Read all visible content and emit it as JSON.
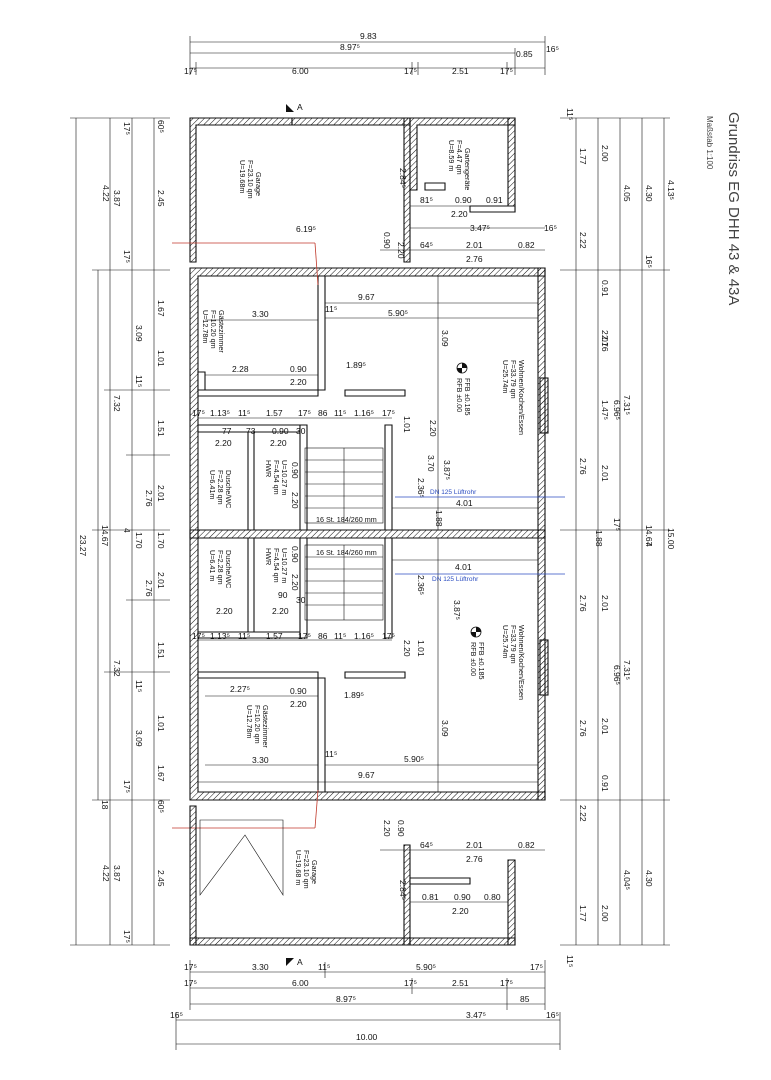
{
  "title_block": {
    "title": "Grundriss EG DHH 43 & 43A",
    "scale": "Maßstab 1:100"
  },
  "top_dims": {
    "total": "9.83",
    "overall": "8.97⁵",
    "right_small": "0.85",
    "right_far": "16⁵",
    "seg_a": "17⁵",
    "seg_b": "6.00",
    "seg_c": "17⁵",
    "seg_d": "2.51",
    "seg_e": "17⁵"
  },
  "bottom_dims": {
    "row1": [
      "17⁵",
      "3.30",
      "11⁵",
      "5.90⁵",
      "17⁵"
    ],
    "row2": [
      "17⁵",
      "6.00",
      "17⁵",
      "2.51",
      "17⁵"
    ],
    "row3": [
      "8.97⁵",
      "85"
    ],
    "row4": [
      "16⁵",
      "3.47⁵",
      "16⁵"
    ],
    "total": "10.00"
  },
  "left_dims": {
    "outer": "23.27",
    "mid": "14.67",
    "col3": [
      "4.22",
      "7.32",
      "7.32",
      "4.22"
    ],
    "col4": [
      "3.87",
      "3.09",
      "2.76",
      "2.76",
      "3.09",
      "3.87"
    ],
    "col5": [
      "2.45",
      "1.67",
      "1.01",
      "1.51",
      "2.01",
      "1.70",
      "2.01",
      "1.51",
      "1.01",
      "1.67",
      "2.45"
    ],
    "small": [
      "17⁵",
      "60⁵",
      "17⁵",
      "11⁵",
      "4",
      "11⁵",
      "17⁵",
      "60⁵",
      "17⁵",
      "18"
    ]
  },
  "right_dims": {
    "outer": "4.13⁵",
    "middle": "15.00",
    "col_a": [
      "4.30",
      "14.67",
      "4.30"
    ],
    "col_b": [
      "4.05",
      "7.31⁵",
      "7.31⁵",
      "4.04⁵"
    ],
    "col_c": [
      "2.76",
      "6.96⁵",
      "6.96⁵",
      "2.76"
    ],
    "col_d": [
      "2.01",
      "2.76",
      "2.01",
      "1.47⁵",
      "2.01",
      "2.76",
      "2.01"
    ],
    "small": [
      "11⁵",
      "1.77",
      "2.00",
      "2.22",
      "0.91",
      "17⁵",
      "16⁵",
      "0.91",
      "2.22",
      "1.77",
      "2.00",
      "11⁵"
    ]
  },
  "rooms": {
    "garage_top": {
      "name": "Garage",
      "area": "F=23.10 qm",
      "perimeter": "U=19.68m",
      "dim": "6.19⁵"
    },
    "garden_shed": {
      "name": "Gartengeräte",
      "area": "F=4.47 qm",
      "perimeter": "U=8.59 m",
      "dims": [
        "2.84⁵",
        "81⁵",
        "0.90",
        "0.91",
        "2.20",
        "3.47⁵",
        "16⁵"
      ]
    },
    "guest_top": {
      "name": "Gästezimmer",
      "area": "F=10.20 qm",
      "perimeter": "U=12.78m",
      "dims": [
        "3.30",
        "2.28",
        "0.90",
        "2.20"
      ]
    },
    "living_top": {
      "name": "Wohnen/Kochen/Essen",
      "area": "F=33.79 qm",
      "perimeter": "U=25.74m",
      "level": "FFB ±0.185",
      "level2": "RFB ±0.00",
      "dims": [
        "9.67",
        "11⁵",
        "5.90⁵",
        "3.09",
        "1.89⁵",
        "3.70",
        "3.87⁵",
        "2.36⁵",
        "4.01",
        "1.01",
        "2.20"
      ]
    },
    "hall_top": {
      "name": "HWR",
      "area": "F=4.54 qm",
      "perimeter": "U=10.27 m",
      "dims": [
        "0.90",
        "2.20"
      ]
    },
    "shower_top": {
      "name": "Dusche/WC",
      "area": "F=2.28 qm",
      "perimeter": "U=6.41m",
      "dims": [
        "2.20",
        "2.20",
        "77",
        "73",
        "0.90",
        "30"
      ]
    },
    "stairs_top": {
      "label": "16 St. 184/260 mm"
    },
    "stairs_bottom": {
      "label": "16 St. 184/260 mm"
    },
    "shower_bottom": {
      "name": "Dusche/WC",
      "area": "F=2.28 qm",
      "perimeter": "U=6.41 m",
      "dims": [
        "2.20",
        "2.20",
        "90",
        "30"
      ]
    },
    "hall_bottom": {
      "name": "HWR",
      "area": "F=4.54 qm",
      "perimeter": "U=10.27 m",
      "dims": [
        "0.90",
        "2.20"
      ]
    },
    "living_bottom": {
      "name": "Wohnen/Kochen/Essen",
      "area": "F=33.79 qm",
      "perimeter": "U=25.74m",
      "level": "FFB ±0.185",
      "level2": "RFB ±0.00",
      "dims": [
        "4.01",
        "2.36⁵",
        "3.87⁵",
        "1.01",
        "2.20",
        "1.89⁵",
        "3.09",
        "5.90⁵",
        "11⁵",
        "9.67"
      ]
    },
    "guest_bottom": {
      "name": "Gästezimmer",
      "area": "F=10.20 qm",
      "perimeter": "U=12.78m",
      "dims": [
        "2.27⁵",
        "0.90",
        "2.20",
        "3.30"
      ]
    },
    "garage_bottom": {
      "name": "Garage",
      "area": "F=23.10 qm",
      "perimeter": "U=19.68 m",
      "dims": [
        "2.20",
        "0.90",
        "64⁵",
        "2.01",
        "0.82",
        "2.76",
        "2.84⁵",
        "0.81",
        "0.90",
        "0.80",
        "2.20"
      ]
    }
  },
  "hall_row_top": [
    "17⁵",
    "1.13⁵",
    "11⁵",
    "1.57",
    "17⁵",
    "86",
    "11⁵",
    "1.16⁵",
    "17⁵"
  ],
  "hall_row_bottom": [
    "17⁵",
    "1.13⁵",
    "11⁵",
    "1.57",
    "17⁵",
    "86",
    "11⁵",
    "1.16⁵",
    "17⁵"
  ],
  "vent": {
    "top": "DN 125 Lüftrohr",
    "bottom": "DN 125 Lüftrohr"
  },
  "section_marks": {
    "top": "A",
    "bottom": "A"
  },
  "garden_top_dims": [
    "64⁵",
    "2.01",
    "0.82",
    "2.76",
    "0.90",
    "2.20"
  ],
  "misc": {
    "mid_labels": [
      "1.88",
      "1.88",
      "1.70",
      "4"
    ]
  }
}
